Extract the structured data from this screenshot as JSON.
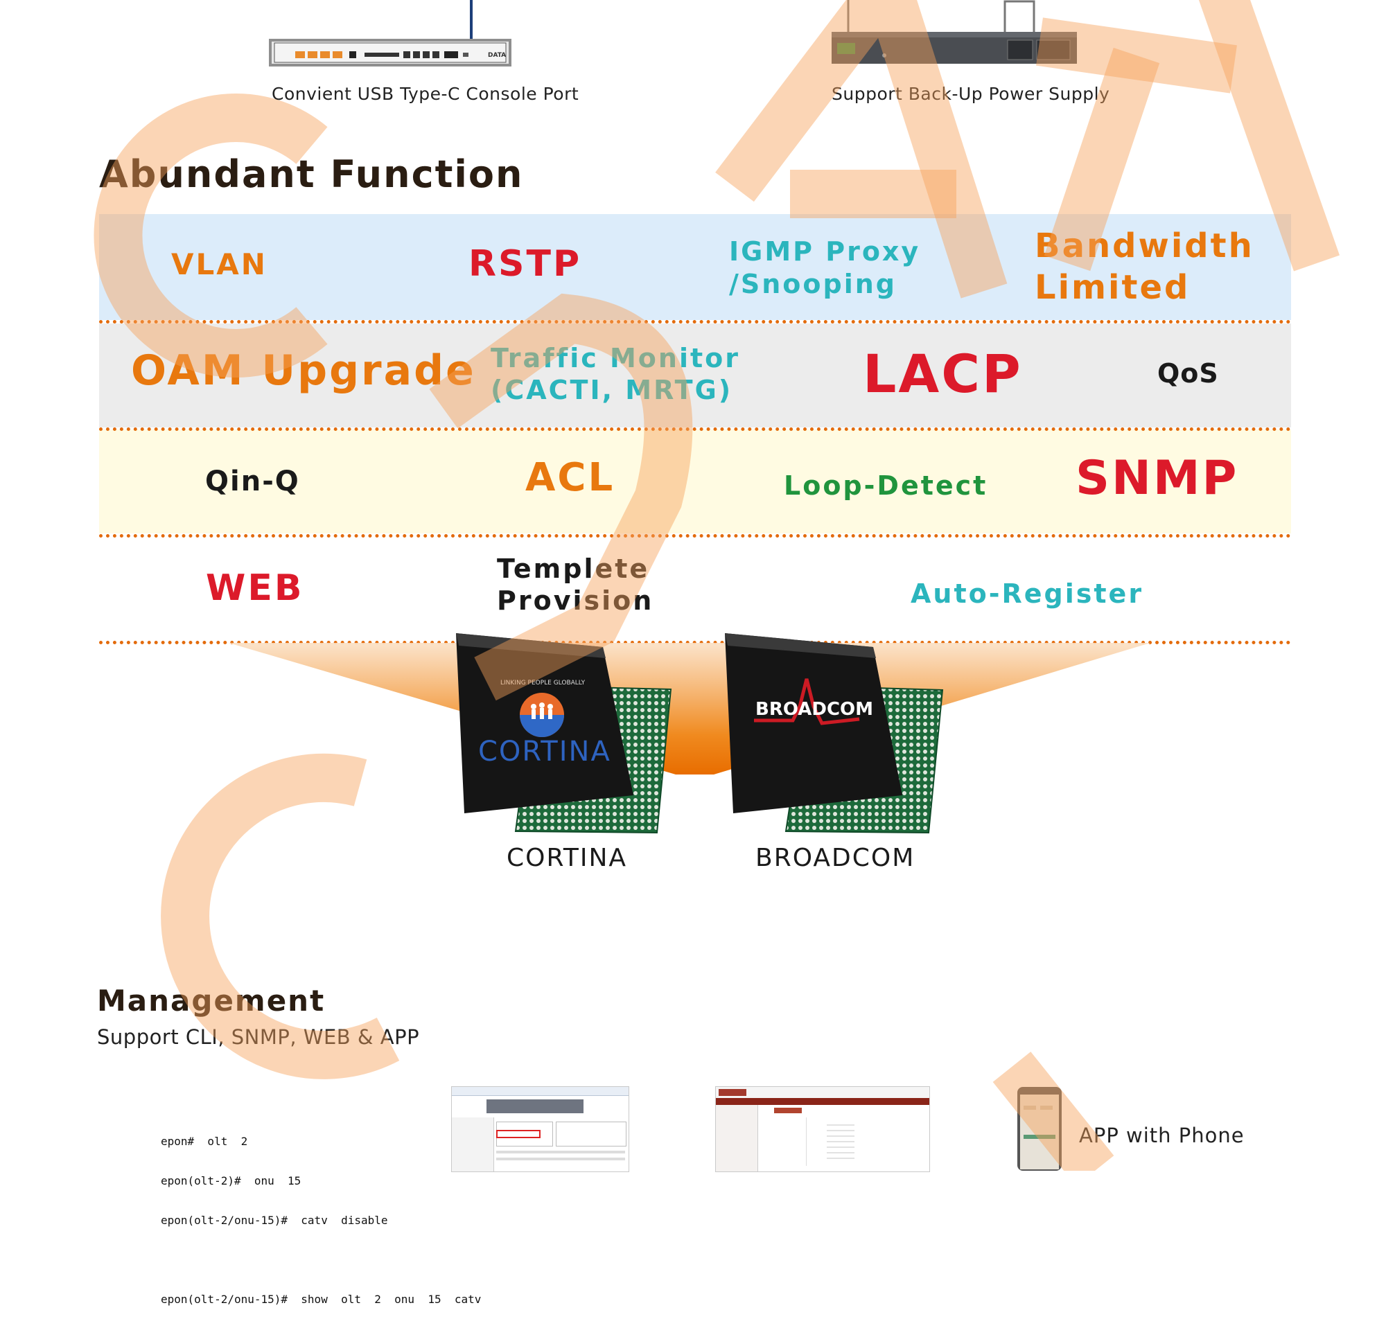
{
  "devices": {
    "left_caption": "Convient USB Type-C Console Port",
    "right_caption": "Support Back-Up Power Supply",
    "left_brand": "DATA"
  },
  "abundant": {
    "title": "Abundant Function",
    "rows": [
      [
        "VLAN",
        "RSTP",
        "IGMP Proxy",
        "/Snooping",
        "Bandwidth",
        "Limited"
      ],
      [
        "OAM Upgrade",
        "Traffic Monitor",
        "(CACTI, MRTG)",
        "LACP",
        "QoS"
      ],
      [
        "Qin-Q",
        "ACL",
        "Loop-Detect",
        "SNMP"
      ],
      [
        "WEB",
        "Templete",
        "Provision",
        "Auto-Register"
      ]
    ],
    "colors": {
      "orange": "#e8780e",
      "red": "#dc1a2a",
      "teal": "#2bb5bd",
      "green": "#20943d",
      "band_blue": "#dcecfa",
      "band_gray": "#ececec",
      "band_yellow": "#fffbe2"
    }
  },
  "chips": {
    "left_name": "CORTINA",
    "left_logo": "CORTINA",
    "left_ring": "LINKING PEOPLE GLOBALLY",
    "right_name": "BROADCOM",
    "right_logo": "BROADCOM"
  },
  "management": {
    "title": "Management",
    "subtitle": "Support CLI, SNMP, WEB & APP",
    "cli_lines": [
      "epon#  olt  2",
      "epon(olt-2)#  onu  15",
      "epon(olt-2/onu-15)#  catv  disable",
      "",
      "epon(olt-2/onu-15)#  show  olt  2  onu  15  catv"
    ],
    "app_label": "APP with Phone"
  },
  "watermark": {
    "text": "CDATA",
    "color": "#f7a25a"
  }
}
